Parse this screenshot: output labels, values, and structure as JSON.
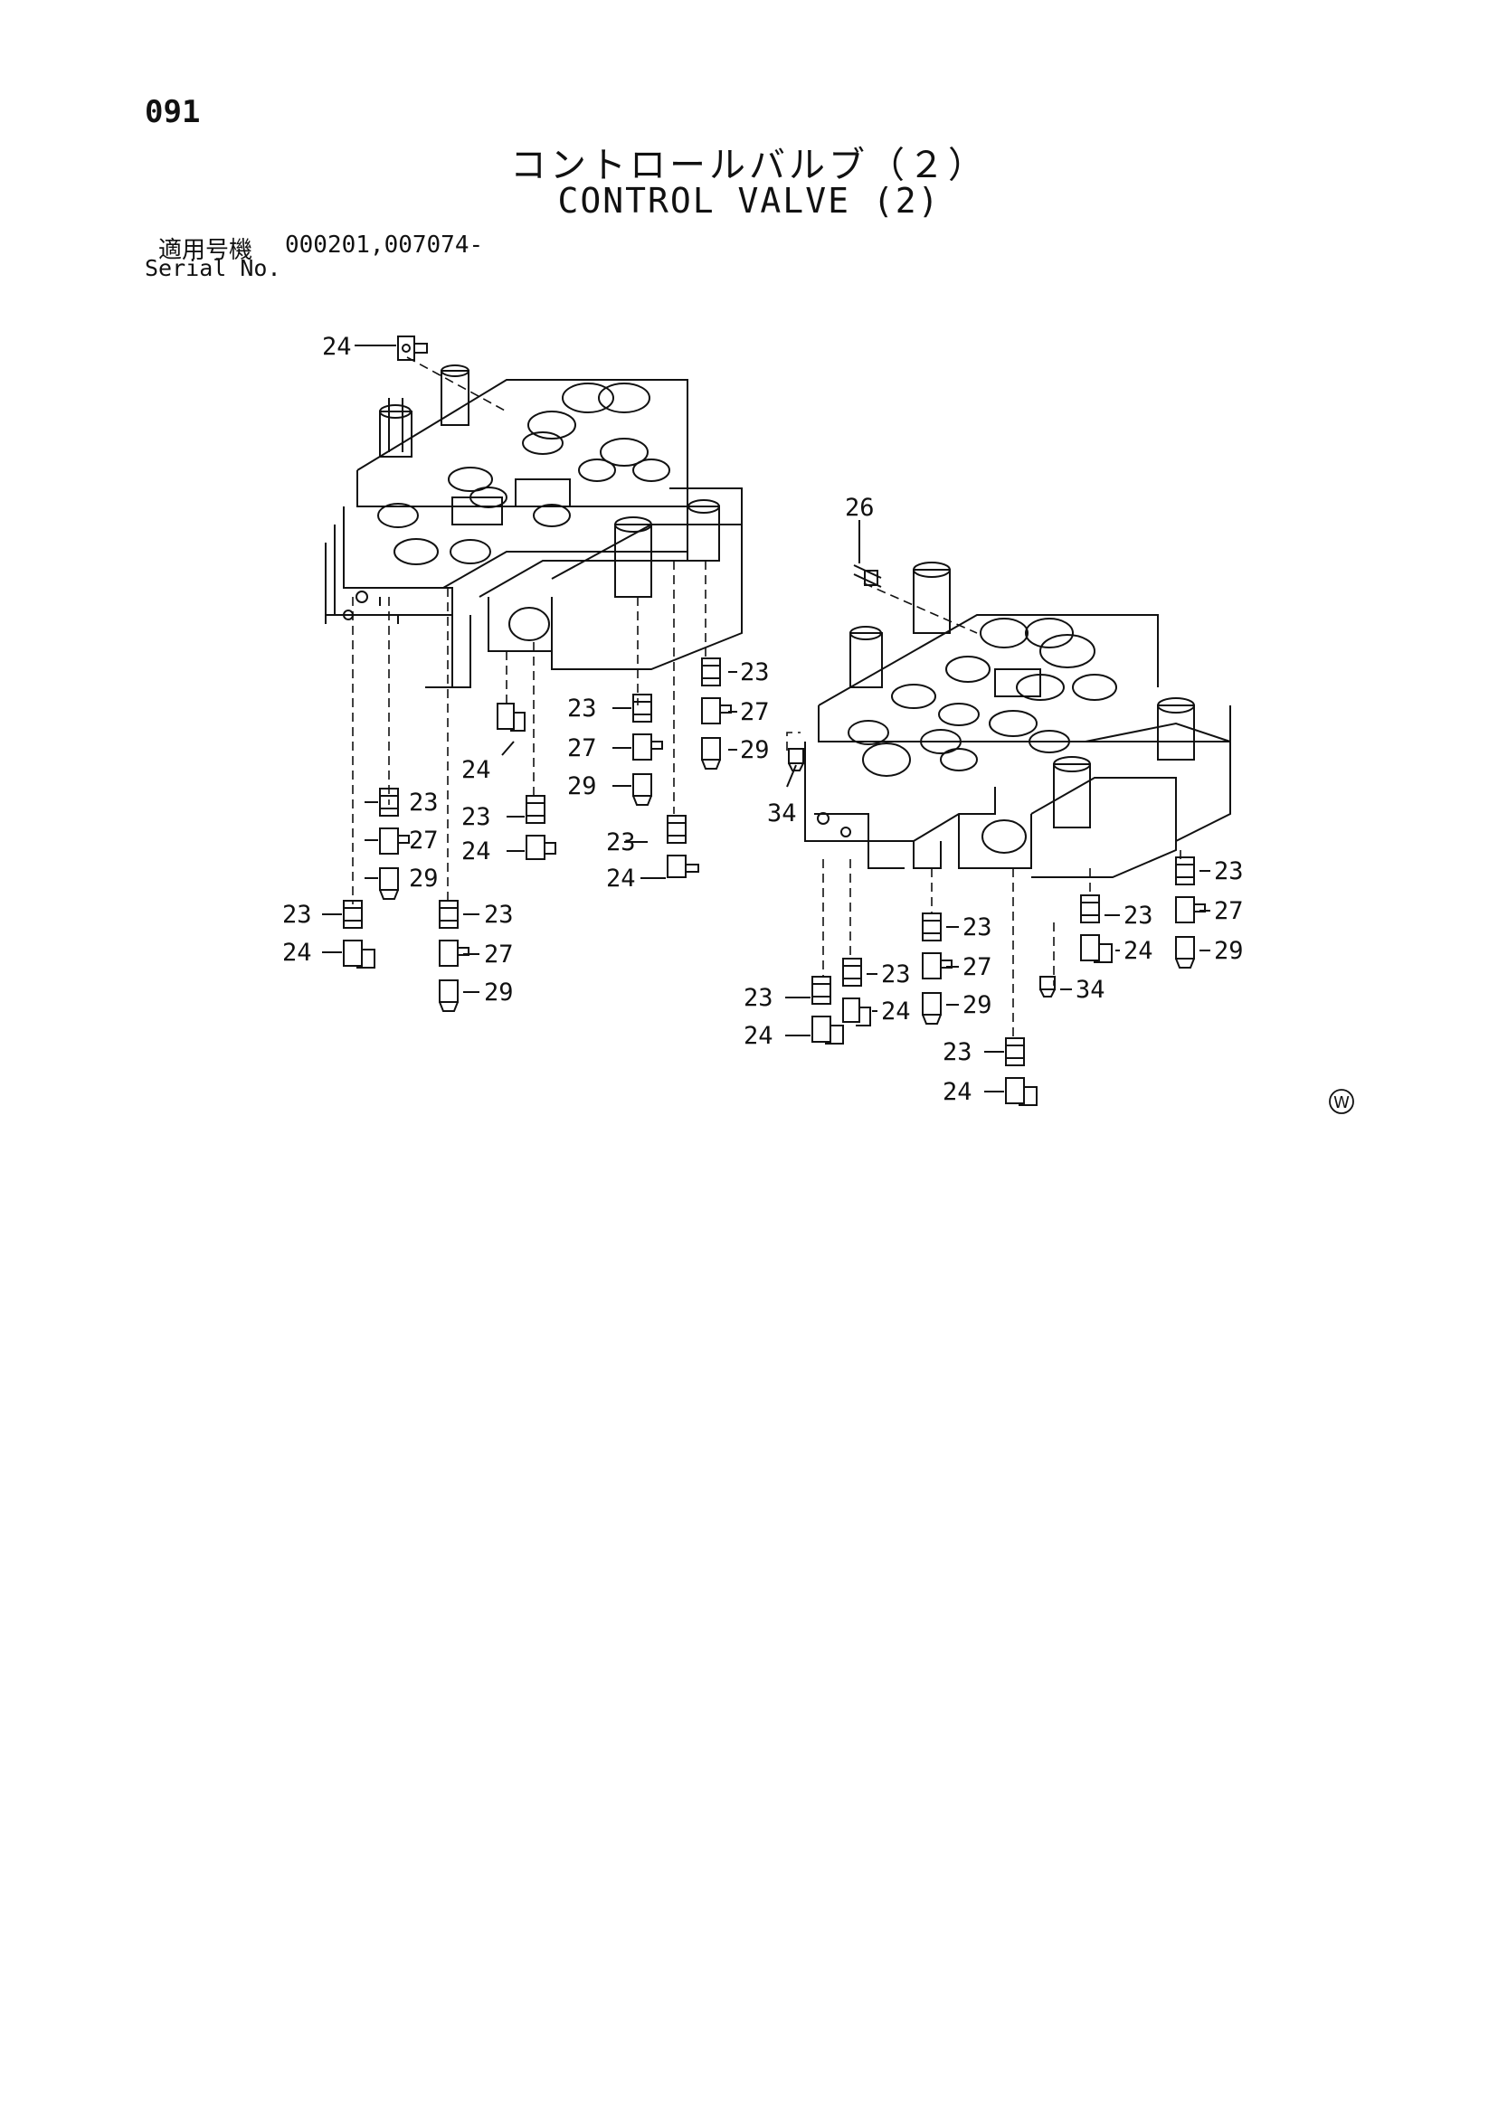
{
  "header": {
    "page_number": "091",
    "title_jp": "コントロールバルブ（２）",
    "title_en": "CONTROL VALVE (2)",
    "serial_label_jp": "適用号機",
    "serial_values": "000201,007074-",
    "serial_label_en": "Serial No."
  },
  "diagram": {
    "callouts": [
      {
        "label": "24"
      },
      {
        "label": "26"
      },
      {
        "label": "23"
      },
      {
        "label": "27"
      },
      {
        "label": "29"
      },
      {
        "label": "23"
      },
      {
        "label": "27"
      },
      {
        "label": "29"
      },
      {
        "label": "24"
      },
      {
        "label": "23"
      },
      {
        "label": "24"
      },
      {
        "label": "23"
      },
      {
        "label": "24"
      },
      {
        "label": "23"
      },
      {
        "label": "27"
      },
      {
        "label": "29"
      },
      {
        "label": "23"
      },
      {
        "label": "24"
      },
      {
        "label": "23"
      },
      {
        "label": "27"
      },
      {
        "label": "29"
      },
      {
        "label": "34"
      },
      {
        "label": "23"
      },
      {
        "label": "27"
      },
      {
        "label": "29"
      },
      {
        "label": "23"
      },
      {
        "label": "24"
      },
      {
        "label": "34"
      },
      {
        "label": "23"
      },
      {
        "label": "27"
      },
      {
        "label": "29"
      },
      {
        "label": "23"
      },
      {
        "label": "24"
      },
      {
        "label": "23"
      },
      {
        "label": "24"
      },
      {
        "label": "23"
      },
      {
        "label": "24"
      }
    ],
    "corner_mark": "W"
  }
}
